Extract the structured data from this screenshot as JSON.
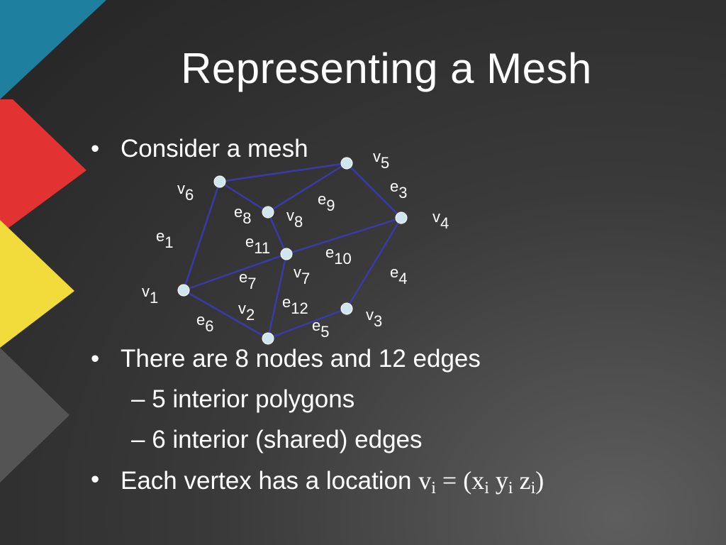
{
  "slide": {
    "title": "Representing a Mesh",
    "bullets": [
      {
        "marker": "•",
        "text": "Consider a mesh"
      },
      {
        "marker": "•",
        "text": "There are 8 nodes and 12 edges"
      },
      {
        "marker": "•",
        "text": "Each vertex has a location"
      }
    ],
    "sub_bullets": [
      {
        "marker": "–",
        "text": "5 interior polygons"
      },
      {
        "marker": "–",
        "text": "6 interior (shared) edges"
      }
    ],
    "formula": {
      "v": "v",
      "i": "i",
      "eq": "=",
      "open": "(",
      "x": "x",
      "y": "y",
      "z": "z",
      "close": ")"
    }
  },
  "mesh": {
    "vertex_labels": {
      "v1": {
        "base": "v",
        "sub": "1"
      },
      "v2": {
        "base": "v",
        "sub": "2"
      },
      "v3": {
        "base": "v",
        "sub": "3"
      },
      "v4": {
        "base": "v",
        "sub": "4"
      },
      "v5": {
        "base": "v",
        "sub": "5"
      },
      "v6": {
        "base": "v",
        "sub": "6"
      },
      "v7": {
        "base": "v",
        "sub": "7"
      },
      "v8": {
        "base": "v",
        "sub": "8"
      }
    },
    "edge_labels": {
      "e1": {
        "base": "e",
        "sub": "1"
      },
      "e3": {
        "base": "e",
        "sub": "3"
      },
      "e4": {
        "base": "e",
        "sub": "4"
      },
      "e5": {
        "base": "e",
        "sub": "5"
      },
      "e6": {
        "base": "e",
        "sub": "6"
      },
      "e7": {
        "base": "e",
        "sub": "7"
      },
      "e8": {
        "base": "e",
        "sub": "8"
      },
      "e9": {
        "base": "e",
        "sub": "9"
      },
      "e10": {
        "base": "e",
        "sub": "10"
      },
      "e11": {
        "base": "e",
        "sub": "11"
      },
      "e12": {
        "base": "e",
        "sub": "12"
      }
    },
    "colors": {
      "edge": "#3a3aa8",
      "node_fill": "#cfe6ee",
      "node_stroke": "#ffffff"
    }
  }
}
